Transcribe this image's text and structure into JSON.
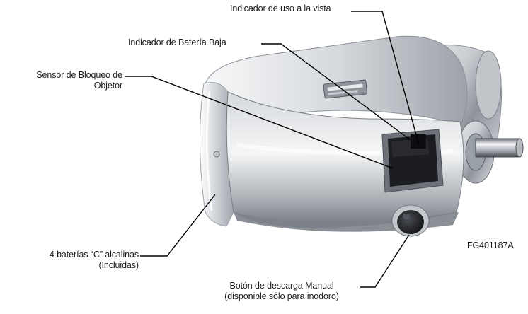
{
  "callouts": {
    "usage_indicator": "Indicador de uso a la vista",
    "low_battery_indicator": "Indicador de Batería Baja",
    "object_sensor_line1": "Sensor de Bloqueo de",
    "object_sensor_line2": "Objetor",
    "batteries_line1": "4 baterías  “C” alcalinas",
    "batteries_line2": "(Incluidas)",
    "manual_button_line1": "Botón de descarga Manual",
    "manual_button_line2": "(disponible sólo para inodoro)"
  },
  "figure_code": "FG401187A",
  "colors": {
    "chrome_light": "#f2f3f5",
    "chrome_mid": "#b9bdc3",
    "chrome_dark": "#5c6068",
    "lens": "#1b1d21",
    "leader": "#000000"
  }
}
